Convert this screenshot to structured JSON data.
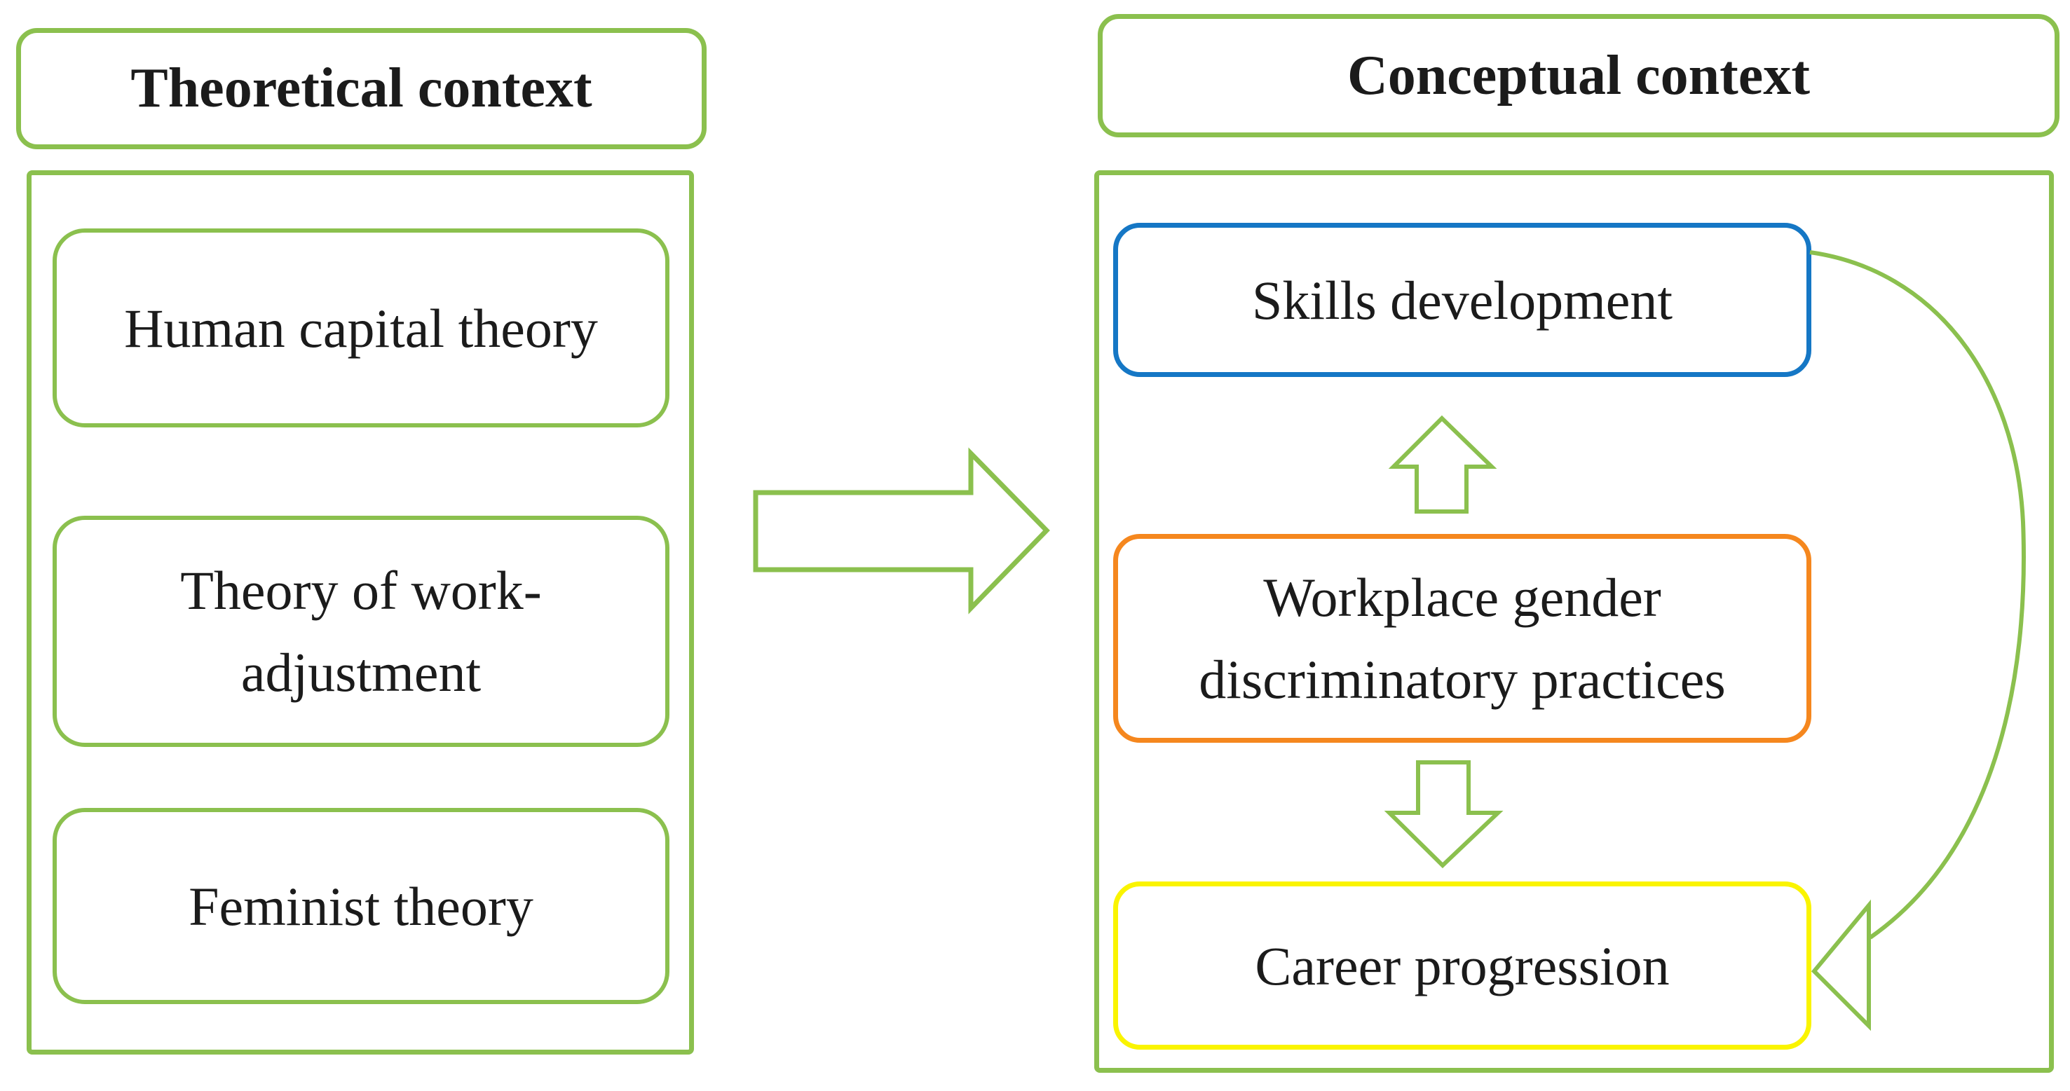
{
  "figure": {
    "panels": {
      "theoretical": {
        "title": "Theoretical context",
        "boxes": [
          {
            "id": "human-capital-theory",
            "lines": [
              "Human capital theory"
            ]
          },
          {
            "id": "theory-of-work-adjustment",
            "lines": [
              "Theory of work-",
              "adjustment"
            ]
          },
          {
            "id": "feminist-theory",
            "lines": [
              "Feminist theory"
            ]
          }
        ]
      },
      "conceptual": {
        "title": "Conceptual context",
        "boxes": [
          {
            "id": "skills-development",
            "lines": [
              "Skills development"
            ],
            "accent_color": "#1577C5"
          },
          {
            "id": "workplace-gender-discriminatory-practices",
            "lines": [
              "Workplace gender",
              "discriminatory practices"
            ],
            "accent_color": "#F5871E"
          },
          {
            "id": "career-progression",
            "lines": [
              "Career progression"
            ],
            "accent_color": "#FAF400"
          }
        ]
      }
    },
    "connectors": {
      "theoretical_to_conceptual": "right-block-arrow",
      "discrimination_to_skills": "up-block-arrow",
      "discrimination_to_career": "down-block-arrow",
      "skills_to_career": "curved-arrow-with-open-head"
    },
    "colors": {
      "outline_green": "#8BC04E",
      "skills_blue": "#1577C5",
      "workplace_orange": "#F5871E",
      "career_yellow": "#FAF400",
      "text": "#1B1B1B",
      "background": "#FFFFFF"
    }
  }
}
